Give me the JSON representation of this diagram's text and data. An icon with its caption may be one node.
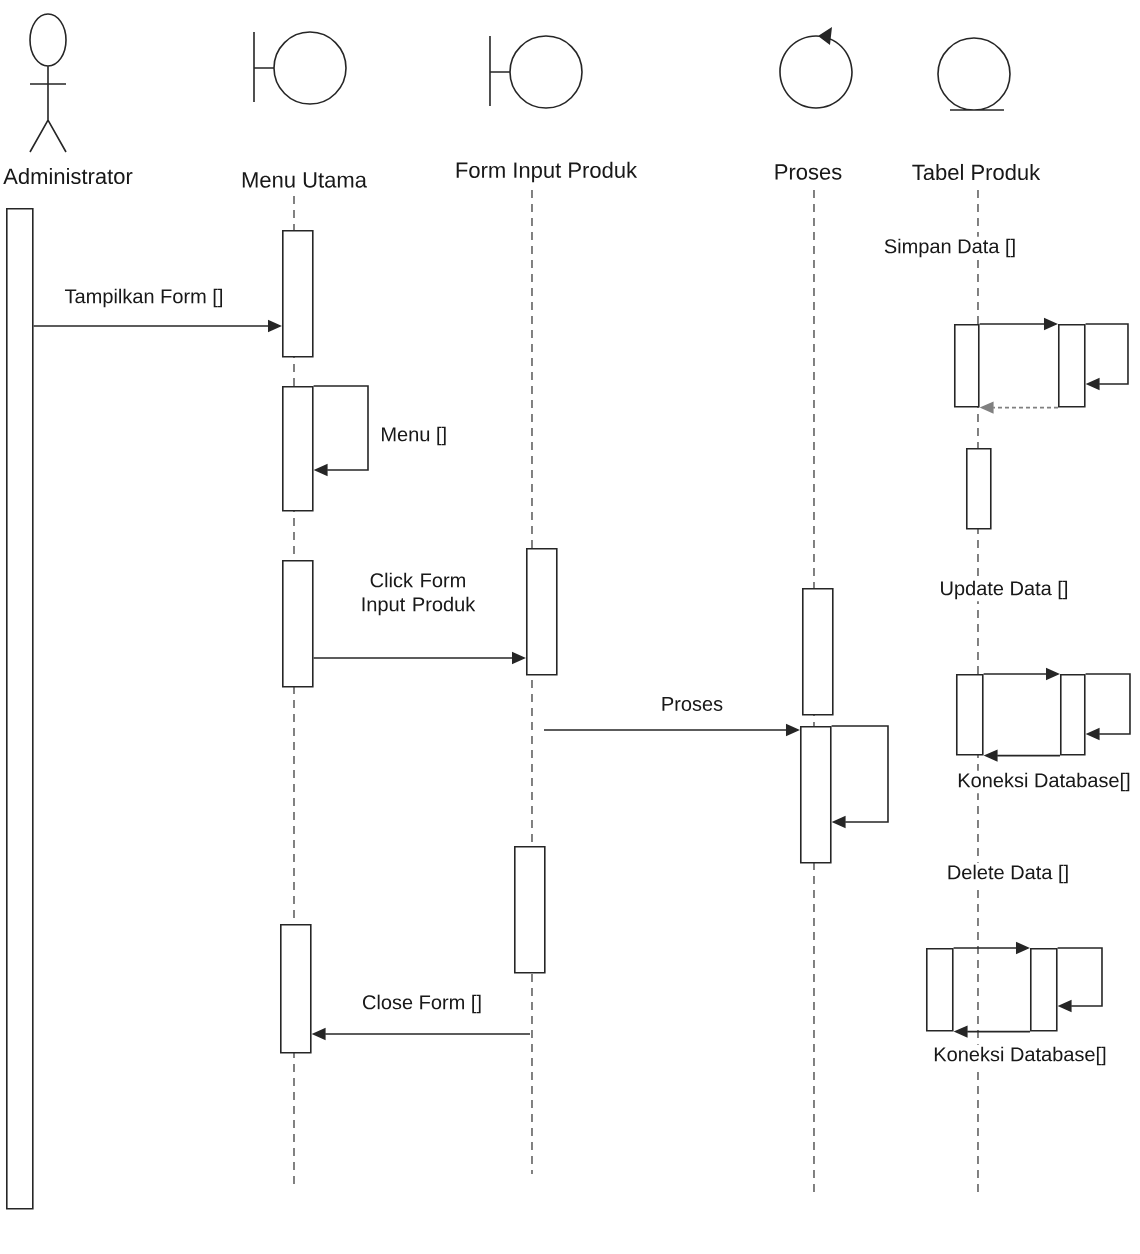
{
  "diagram": {
    "nodes": [
      {
        "text": [
          "Administrator"
        ]
      },
      {
        "text": [
          "Menu Utama"
        ]
      },
      {
        "text": [
          "Form Input Produk"
        ]
      },
      {
        "text": [
          "Proses"
        ]
      },
      {
        "text": [
          "Tabel Produk"
        ]
      },
      {
        "text": [],
        "shape": "bar"
      },
      {
        "text": [],
        "shape": "bar"
      },
      {
        "text": [],
        "shape": "bar"
      },
      {
        "text": [],
        "shape": "bar"
      },
      {
        "text": [],
        "shape": "bar"
      },
      {
        "text": [],
        "shape": "bar"
      },
      {
        "text": [],
        "shape": "bar"
      },
      {
        "text": [],
        "shape": "bar"
      },
      {
        "text": [],
        "shape": "bar"
      },
      {
        "text": [],
        "shape": "bar"
      },
      {
        "text": [],
        "shape": "bar"
      },
      {
        "text": [],
        "shape": "bar"
      },
      {
        "text": [],
        "shape": "bar"
      },
      {
        "text": [],
        "shape": "bar"
      },
      {
        "text": [],
        "shape": "bar"
      },
      {
        "text": [],
        "shape": "bar"
      }
    ],
    "edges": [
      {
        "from": 5,
        "to": 6,
        "arrow": "to",
        "label": "Tampilkan Form []"
      },
      {
        "from": 9,
        "to": 9,
        "arrow": "to",
        "label": "Menu []"
      },
      {
        "from": 12,
        "to": 11,
        "arrow": "to",
        "label": "Click Form Input Produk"
      },
      {
        "from": null,
        "to": 16,
        "arrow": "to",
        "label": "Proses"
      },
      {
        "from": 16,
        "to": 16,
        "arrow": "to"
      },
      {
        "from": null,
        "to": 18,
        "arrow": "to",
        "label": "Close Form []"
      },
      {
        "from": 7,
        "to": 8,
        "arrow": "to",
        "label": "Simpan Data []"
      },
      {
        "from": 8,
        "to": 8,
        "arrow": "to"
      },
      {
        "from": 8,
        "to": 7,
        "arrow": "to",
        "style": "dashed",
        "color": "#808080"
      },
      {
        "from": 14,
        "to": 15,
        "arrow": "to",
        "label": "Update Data []"
      },
      {
        "from": 15,
        "to": 15,
        "arrow": "to"
      },
      {
        "from": 15,
        "to": 14,
        "arrow": "to",
        "label": "Koneksi Database[]"
      },
      {
        "from": 19,
        "to": 20,
        "arrow": "to",
        "label": "Delete Data []"
      },
      {
        "from": 20,
        "to": 20,
        "arrow": "to"
      },
      {
        "from": 20,
        "to": 19,
        "arrow": "to",
        "label": "Koneksi Database[]"
      }
    ]
  }
}
